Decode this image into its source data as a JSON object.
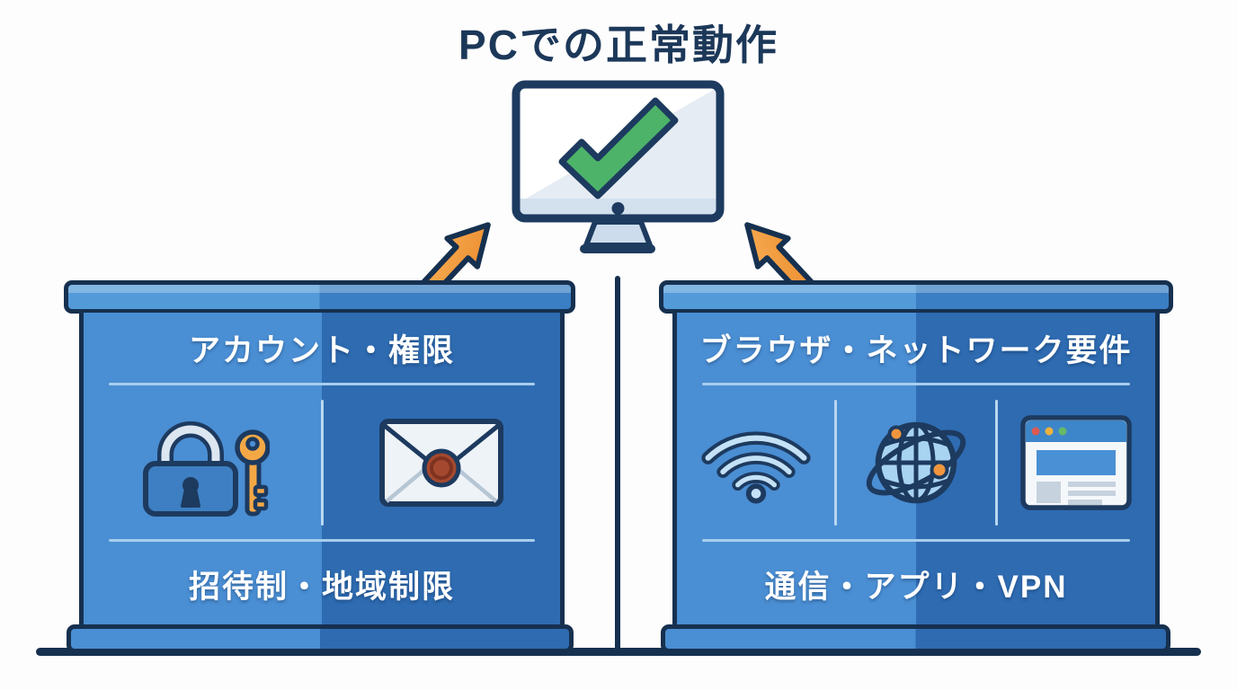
{
  "title": "PCでの正常動作",
  "monitor": {
    "icon": "checkmark-icon"
  },
  "arrows": [
    {
      "icon": "arrow-up-right-icon"
    },
    {
      "icon": "arrow-up-left-icon"
    }
  ],
  "panels": [
    {
      "id": "account-permissions",
      "header": "アカウント・権限",
      "icons": [
        "lock-icon",
        "key-icon",
        "sealed-envelope-icon"
      ],
      "footer": "招待制・地域制限"
    },
    {
      "id": "browser-network",
      "header": "ブラウザ・ネットワーク要件",
      "icons": [
        "wifi-icon",
        "globe-network-icon",
        "browser-window-icon"
      ],
      "footer": "通信・アプリ・VPN"
    }
  ],
  "colors": {
    "outline_navy": "#16304f",
    "title_text": "#1c3859",
    "panel_blue_light": "#4a8ed3",
    "panel_blue_dark": "#2e6bb1",
    "lid_blue_light": "#539ad9",
    "lid_blue_dark": "#3a7ec3",
    "divider_light_blue": "#a8cdec",
    "accent_orange": "#f0953d",
    "check_green": "#4db369",
    "wax_seal_red": "#a4492f",
    "background": "#fdfdfd"
  }
}
